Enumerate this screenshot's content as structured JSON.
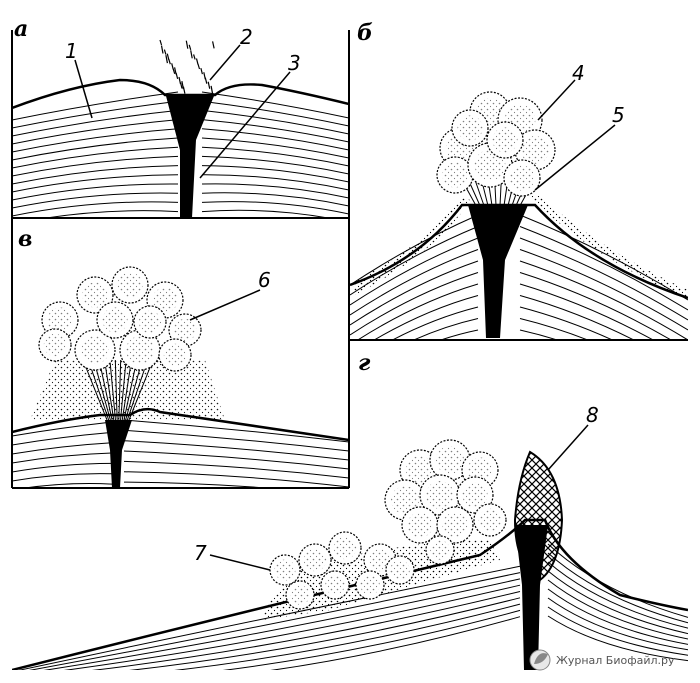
{
  "panels": {
    "a": {
      "letter": "а"
    },
    "b": {
      "letter": "б"
    },
    "v": {
      "letter": "в"
    },
    "g": {
      "letter": "г"
    }
  },
  "callouts": [
    "1",
    "2",
    "3",
    "4",
    "5",
    "6",
    "7",
    "8"
  ],
  "watermark": {
    "text": "Журнал Биофайл.ру"
  },
  "colors": {
    "ink": "#000000",
    "paper": "#ffffff"
  },
  "icons": {
    "watermark_logo": "leaf-logo-icon"
  }
}
